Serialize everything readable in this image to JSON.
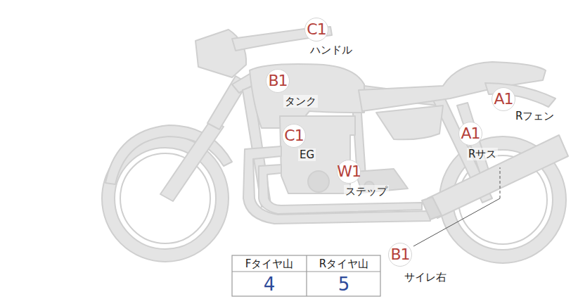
{
  "diagram": {
    "nodes": [
      {
        "text": [
          "C1",
          "ハンドル"
        ]
      },
      {
        "text": [
          "B1",
          "タンク"
        ]
      },
      {
        "text": [
          "A1",
          "Rフェン"
        ]
      },
      {
        "text": [
          "C1",
          "EG"
        ]
      },
      {
        "text": [
          "A1",
          "Rサス"
        ]
      },
      {
        "text": [
          "W1",
          "ステップ"
        ]
      },
      {
        "text": [
          "B1",
          "サイレ右"
        ]
      }
    ],
    "labels": [
      "Fタイヤ山",
      "Rタイヤ山",
      "4",
      "5"
    ]
  }
}
